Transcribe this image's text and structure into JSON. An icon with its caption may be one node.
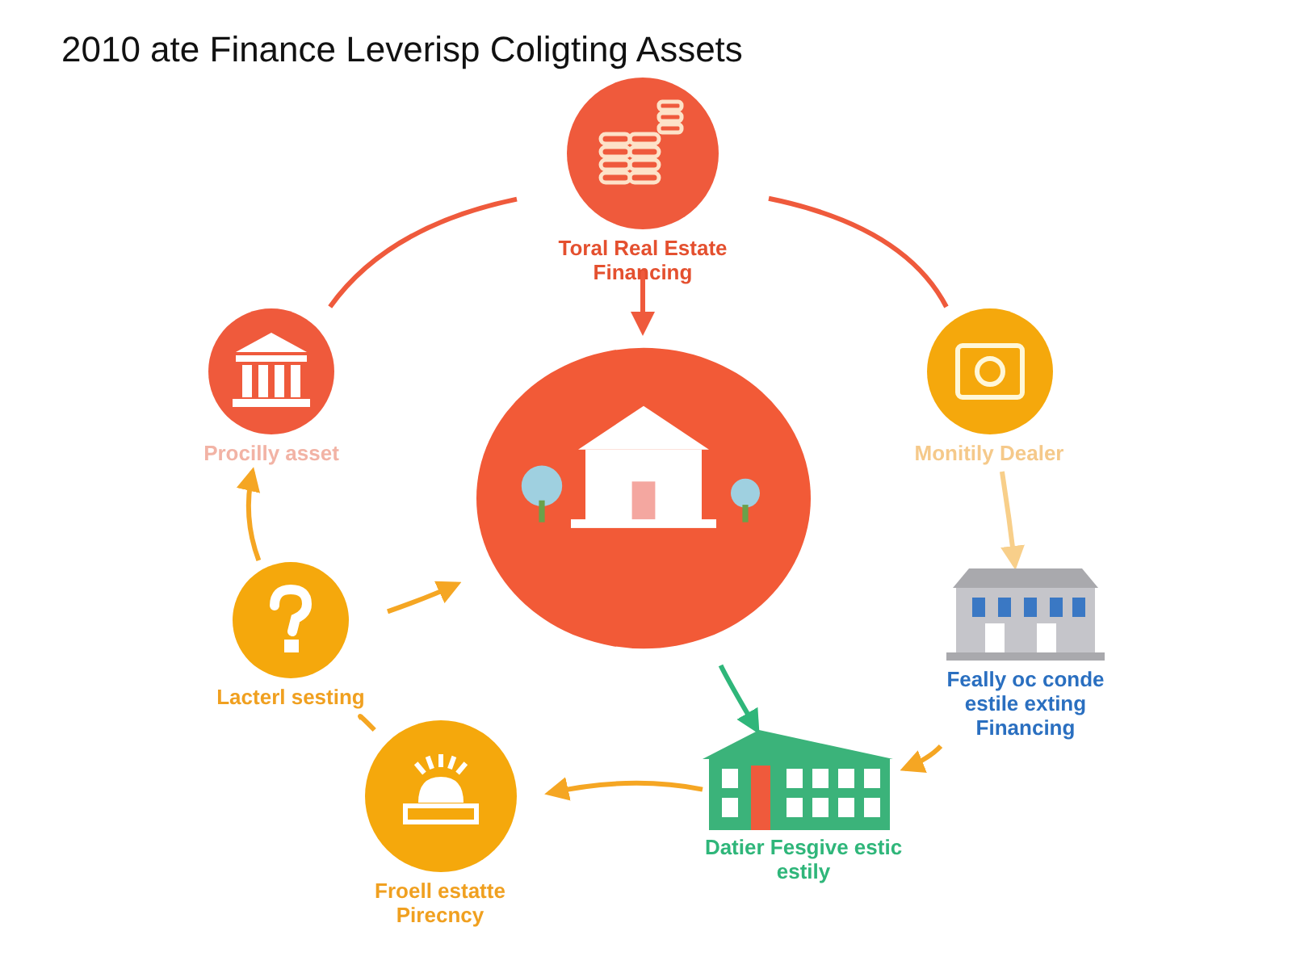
{
  "diagram": {
    "title": "2010 ate Finance Leverisp Coligting Assets",
    "nodes": [
      {
        "text": [
          "Toral Real Estate Financing"
        ]
      },
      {
        "text": [
          "Procilly asset"
        ]
      },
      {
        "text": [
          "Monitily Dealer"
        ]
      },
      {
        "text": [],
        "shape": "circle"
      },
      {
        "text": [
          "Lacterl sesting"
        ]
      },
      {
        "text": [
          "Feally oc conde estile exting Financing"
        ]
      },
      {
        "text": [
          "Datier Fesgive estic estily"
        ]
      },
      {
        "text": [
          "Froell estatte Pirecncy"
        ]
      }
    ],
    "edges": [
      {
        "from": 0,
        "to": 1,
        "arrow": "none",
        "color": "#ef5a3c"
      },
      {
        "from": 0,
        "to": 2,
        "arrow": "none",
        "color": "#ef5a3c"
      },
      {
        "from": 0,
        "to": 3,
        "arrow": "to",
        "color": "#ef5a3c"
      },
      {
        "from": 4,
        "to": 1,
        "arrow": "to"
      },
      {
        "from": 2,
        "to": 5,
        "arrow": "to",
        "color": "#f8cf8a"
      },
      {
        "from": 4,
        "to": 3,
        "arrow": "to"
      },
      {
        "from": 3,
        "to": 6,
        "arrow": "to",
        "color": "#2fb67a"
      },
      {
        "from": 5,
        "to": 6,
        "arrow": "to"
      },
      {
        "from": 6,
        "to": 7,
        "arrow": "to"
      },
      {
        "from": 7,
        "to": 4,
        "arrow": "none"
      }
    ]
  }
}
